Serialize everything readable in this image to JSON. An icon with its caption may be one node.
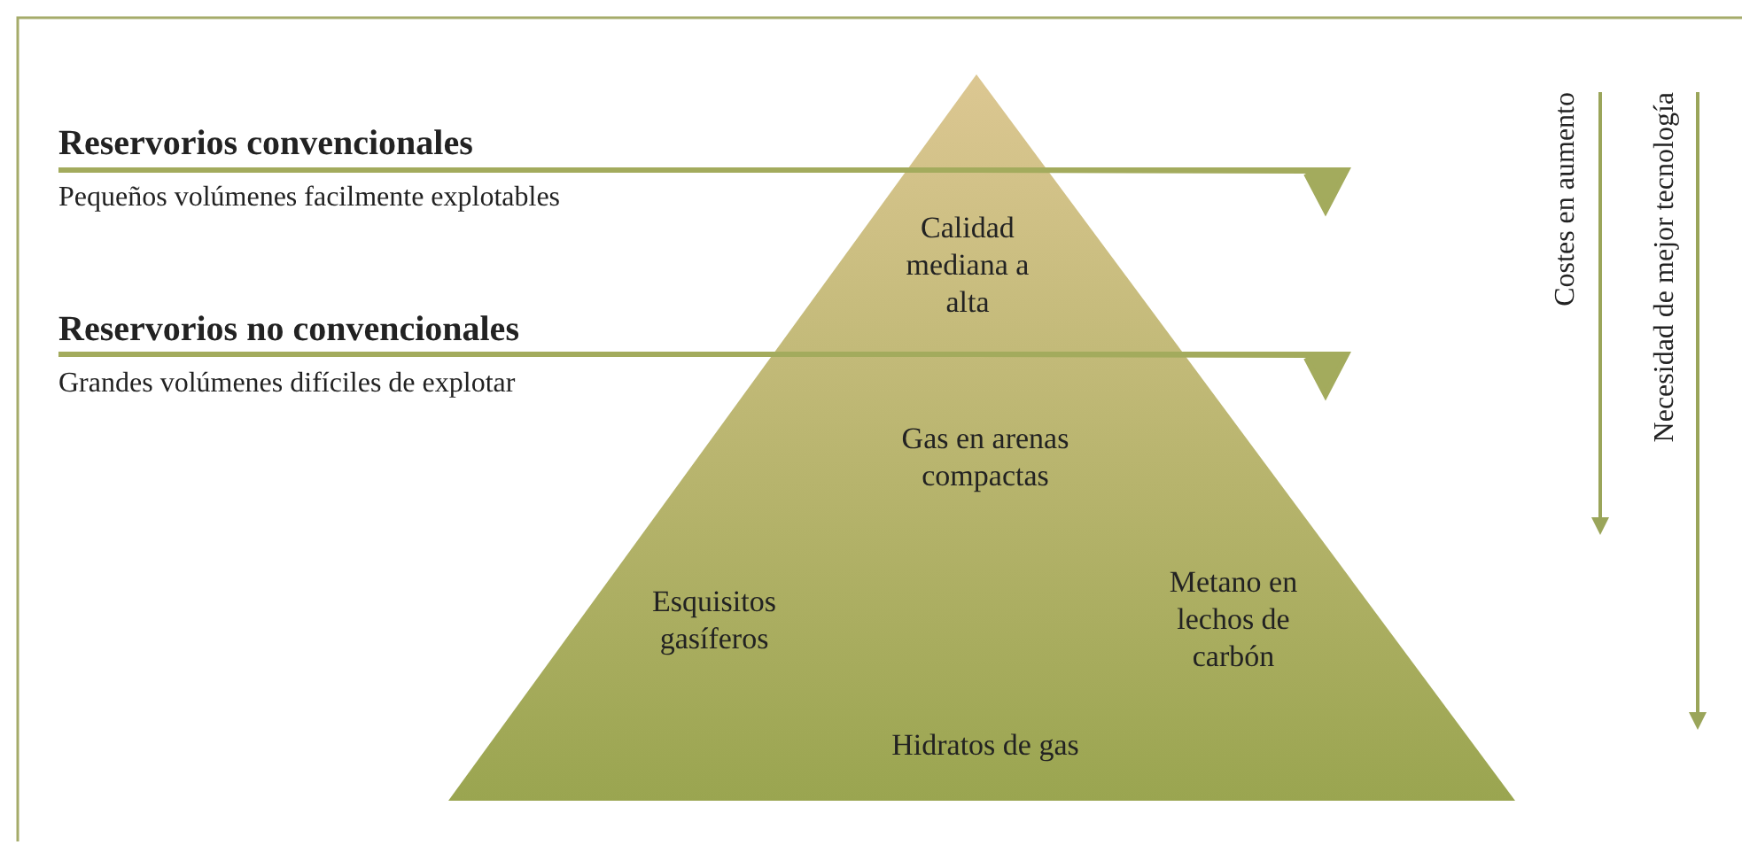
{
  "diagram": {
    "nodes": [
      {
        "text": [
          "Calidad mediana a alta",
          "Gas en arenas compactas",
          "Esquisitos gasíferos",
          "Metano en lechos de carbón",
          "Hidratos de gas"
        ]
      }
    ],
    "edges": [],
    "labels": [
      "Reservorios convencionales",
      "Pequeños volúmenes facilmente explotables",
      "Reservorios no convencionales",
      "Grandes volúmenes difíciles de explotar",
      "Costes en aumento",
      "Necesidad de mejor tecnología"
    ]
  }
}
